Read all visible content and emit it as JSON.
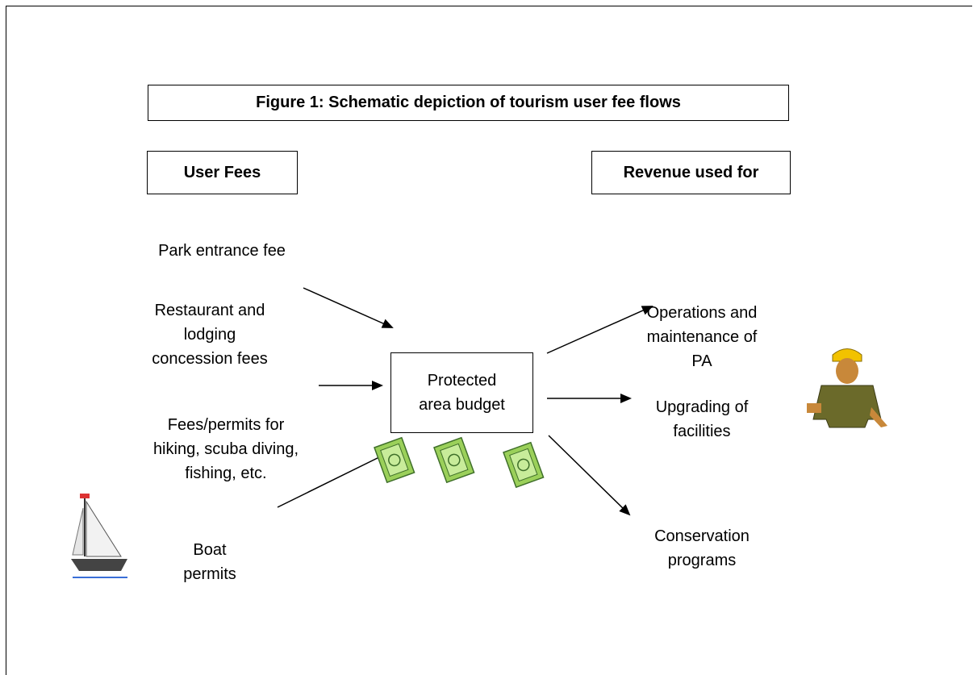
{
  "title": "Figure 1:  Schematic depiction of tourism user fee flows",
  "headers": {
    "left": "User Fees",
    "right": "Revenue used for"
  },
  "center": "Protected\narea budget",
  "sources": [
    "Park entrance fee",
    "Restaurant and\nlodging\nconcession fees",
    "Fees/permits for\nhiking, scuba diving,\nfishing, etc.",
    "Boat\npermits"
  ],
  "uses": [
    "Operations and\nmaintenance of\nPA",
    "Upgrading of\nfacilities",
    "Conservation\nprograms"
  ],
  "icons": [
    "sailboat-icon",
    "money-icon",
    "money-icon",
    "money-icon",
    "worker-icon"
  ],
  "colors": {
    "money": "#9bd05a",
    "money_dark": "#3f6f2a",
    "worker_skin": "#c8883a",
    "worker_clothes": "#6b6a2a",
    "helmet": "#f2c200"
  }
}
